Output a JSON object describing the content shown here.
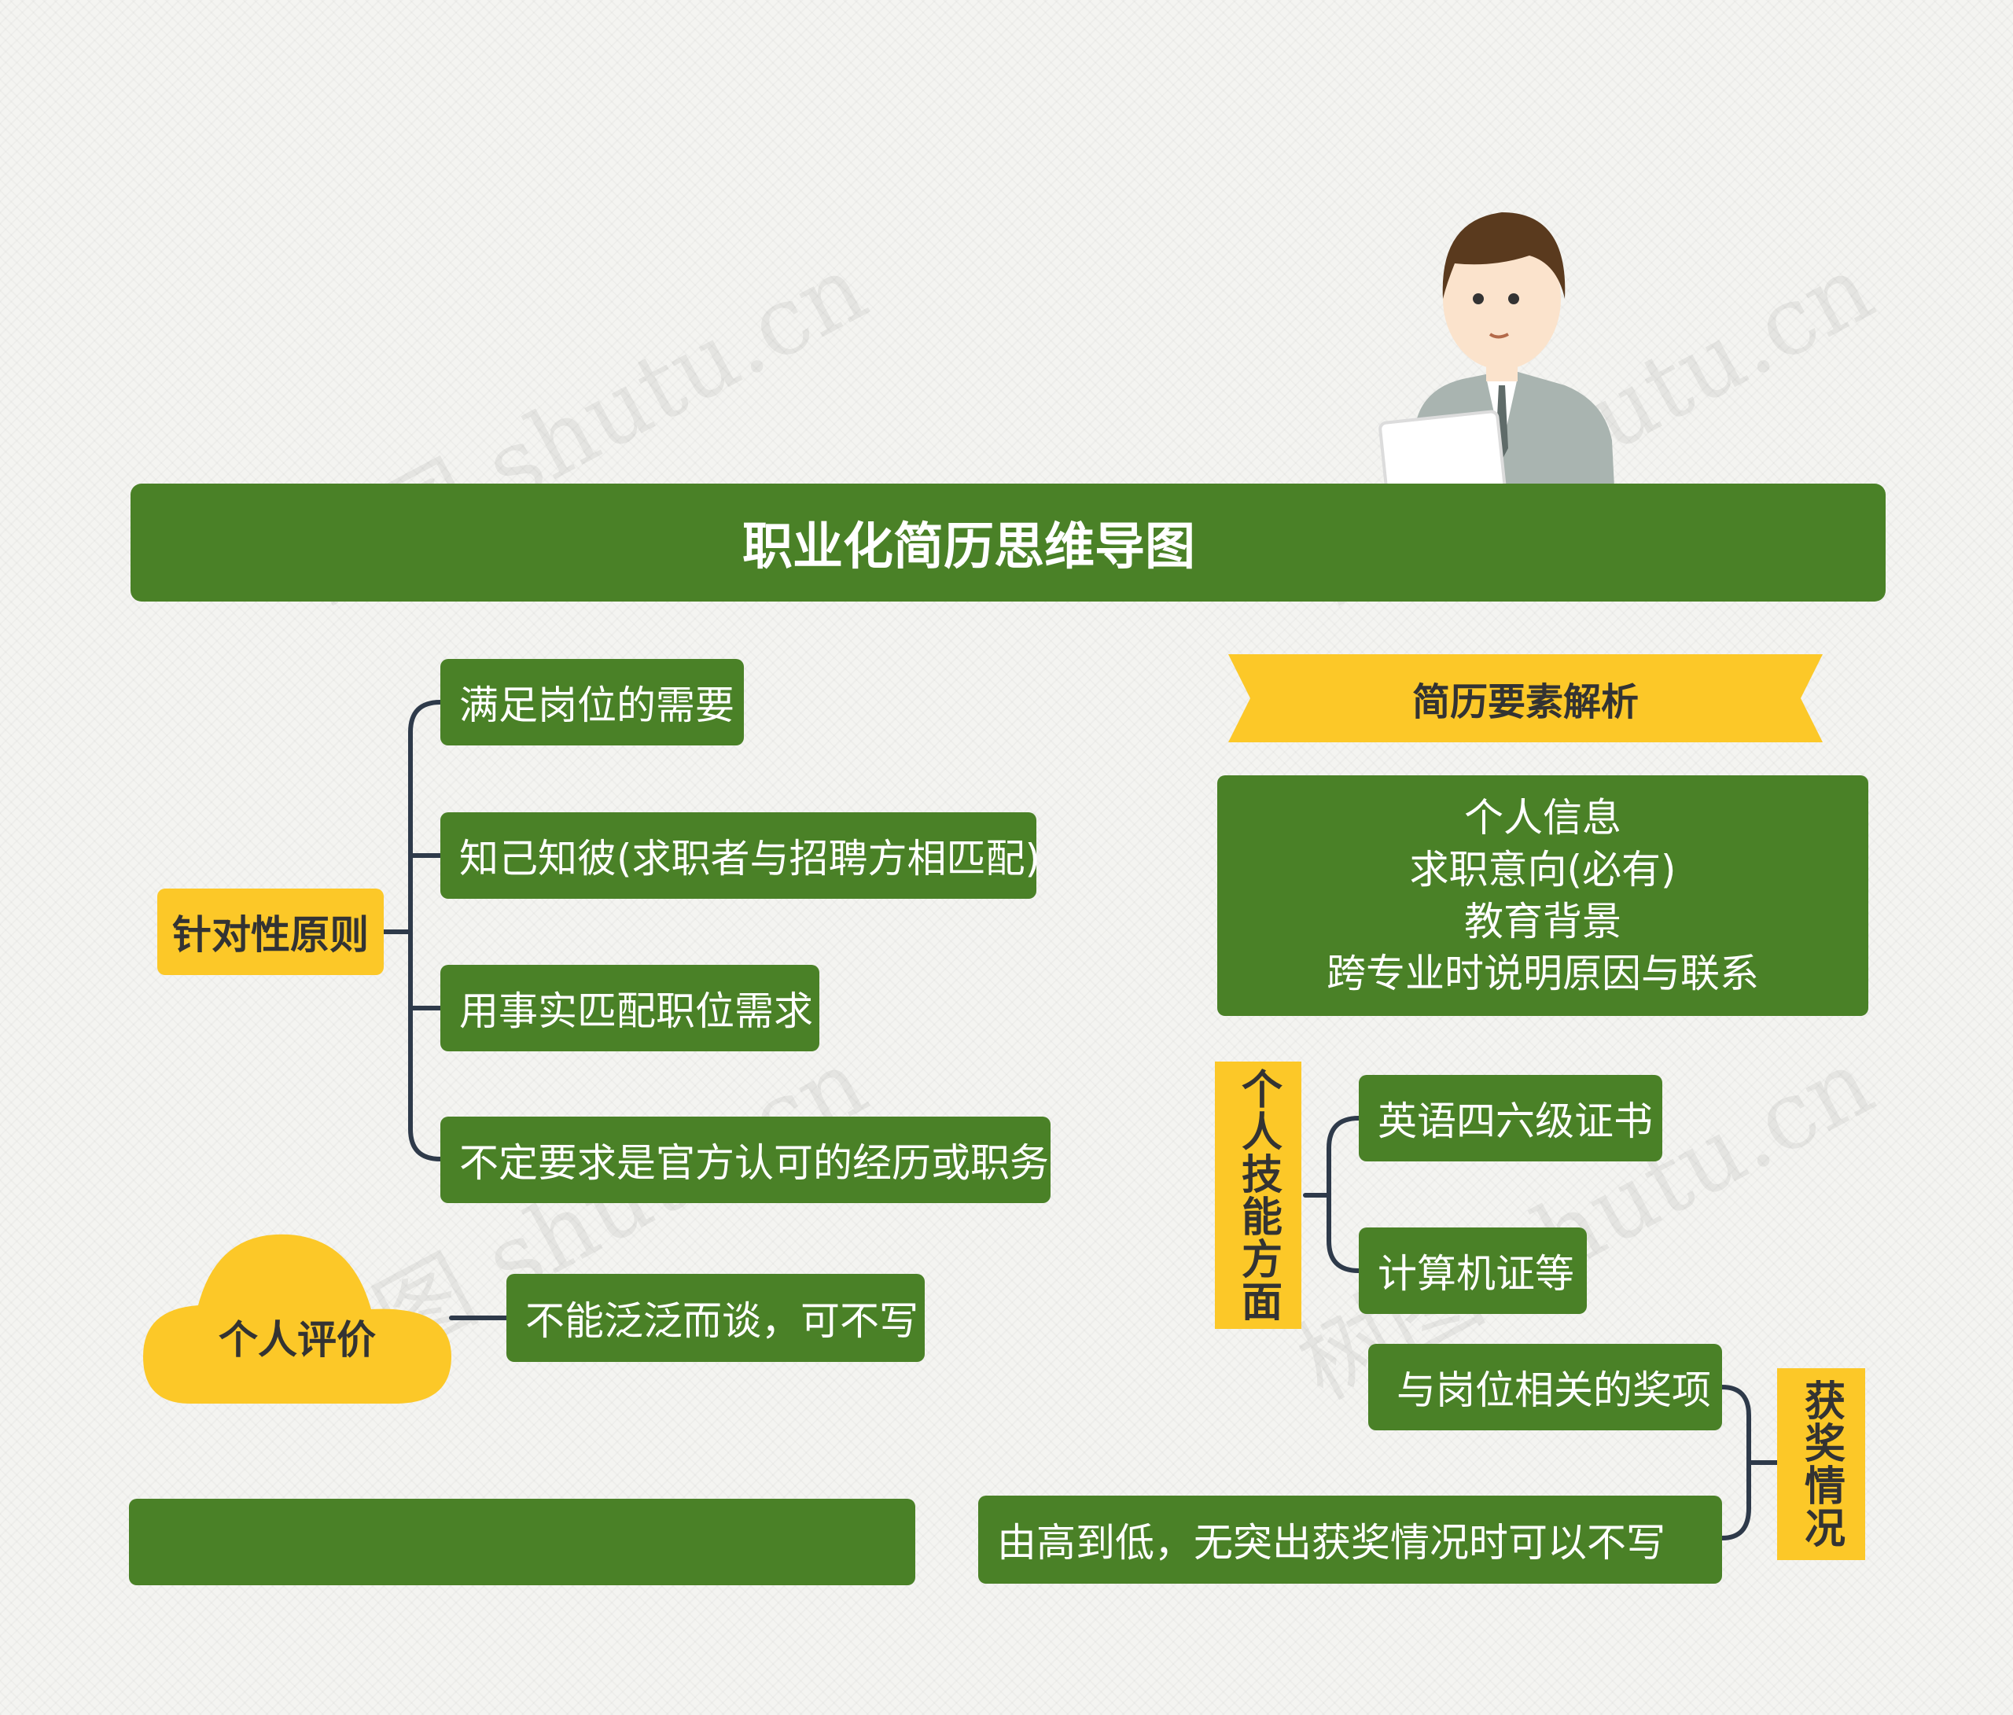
{
  "title": "职业化简历思维导图",
  "watermark": "树图 shutu.cn",
  "left": {
    "principle": {
      "label": "针对性原则",
      "items": [
        "满足岗位的需要",
        "知己知彼(求职者与招聘方相匹配)",
        "用事实匹配职位需求",
        "不定要求是官方认可的经历或职务"
      ]
    },
    "evaluation": {
      "label": "个人评价",
      "item": "不能泛泛而谈，可不写"
    }
  },
  "right": {
    "banner": "简历要素解析",
    "info_lines": [
      "个人信息",
      "求职意向(必有)",
      "教育背景",
      "跨专业时说明原因与联系"
    ],
    "skills": {
      "label": "个人技能方面",
      "items": [
        "英语四六级证书",
        "计算机证等"
      ]
    },
    "awards": {
      "label": "获奖情况",
      "items": [
        "与岗位相关的奖项",
        "由高到低，无突出获奖情况时可以不写"
      ]
    }
  },
  "colors": {
    "green": "#4a8127",
    "yellow": "#fcc828",
    "line": "#2e3a4a"
  }
}
